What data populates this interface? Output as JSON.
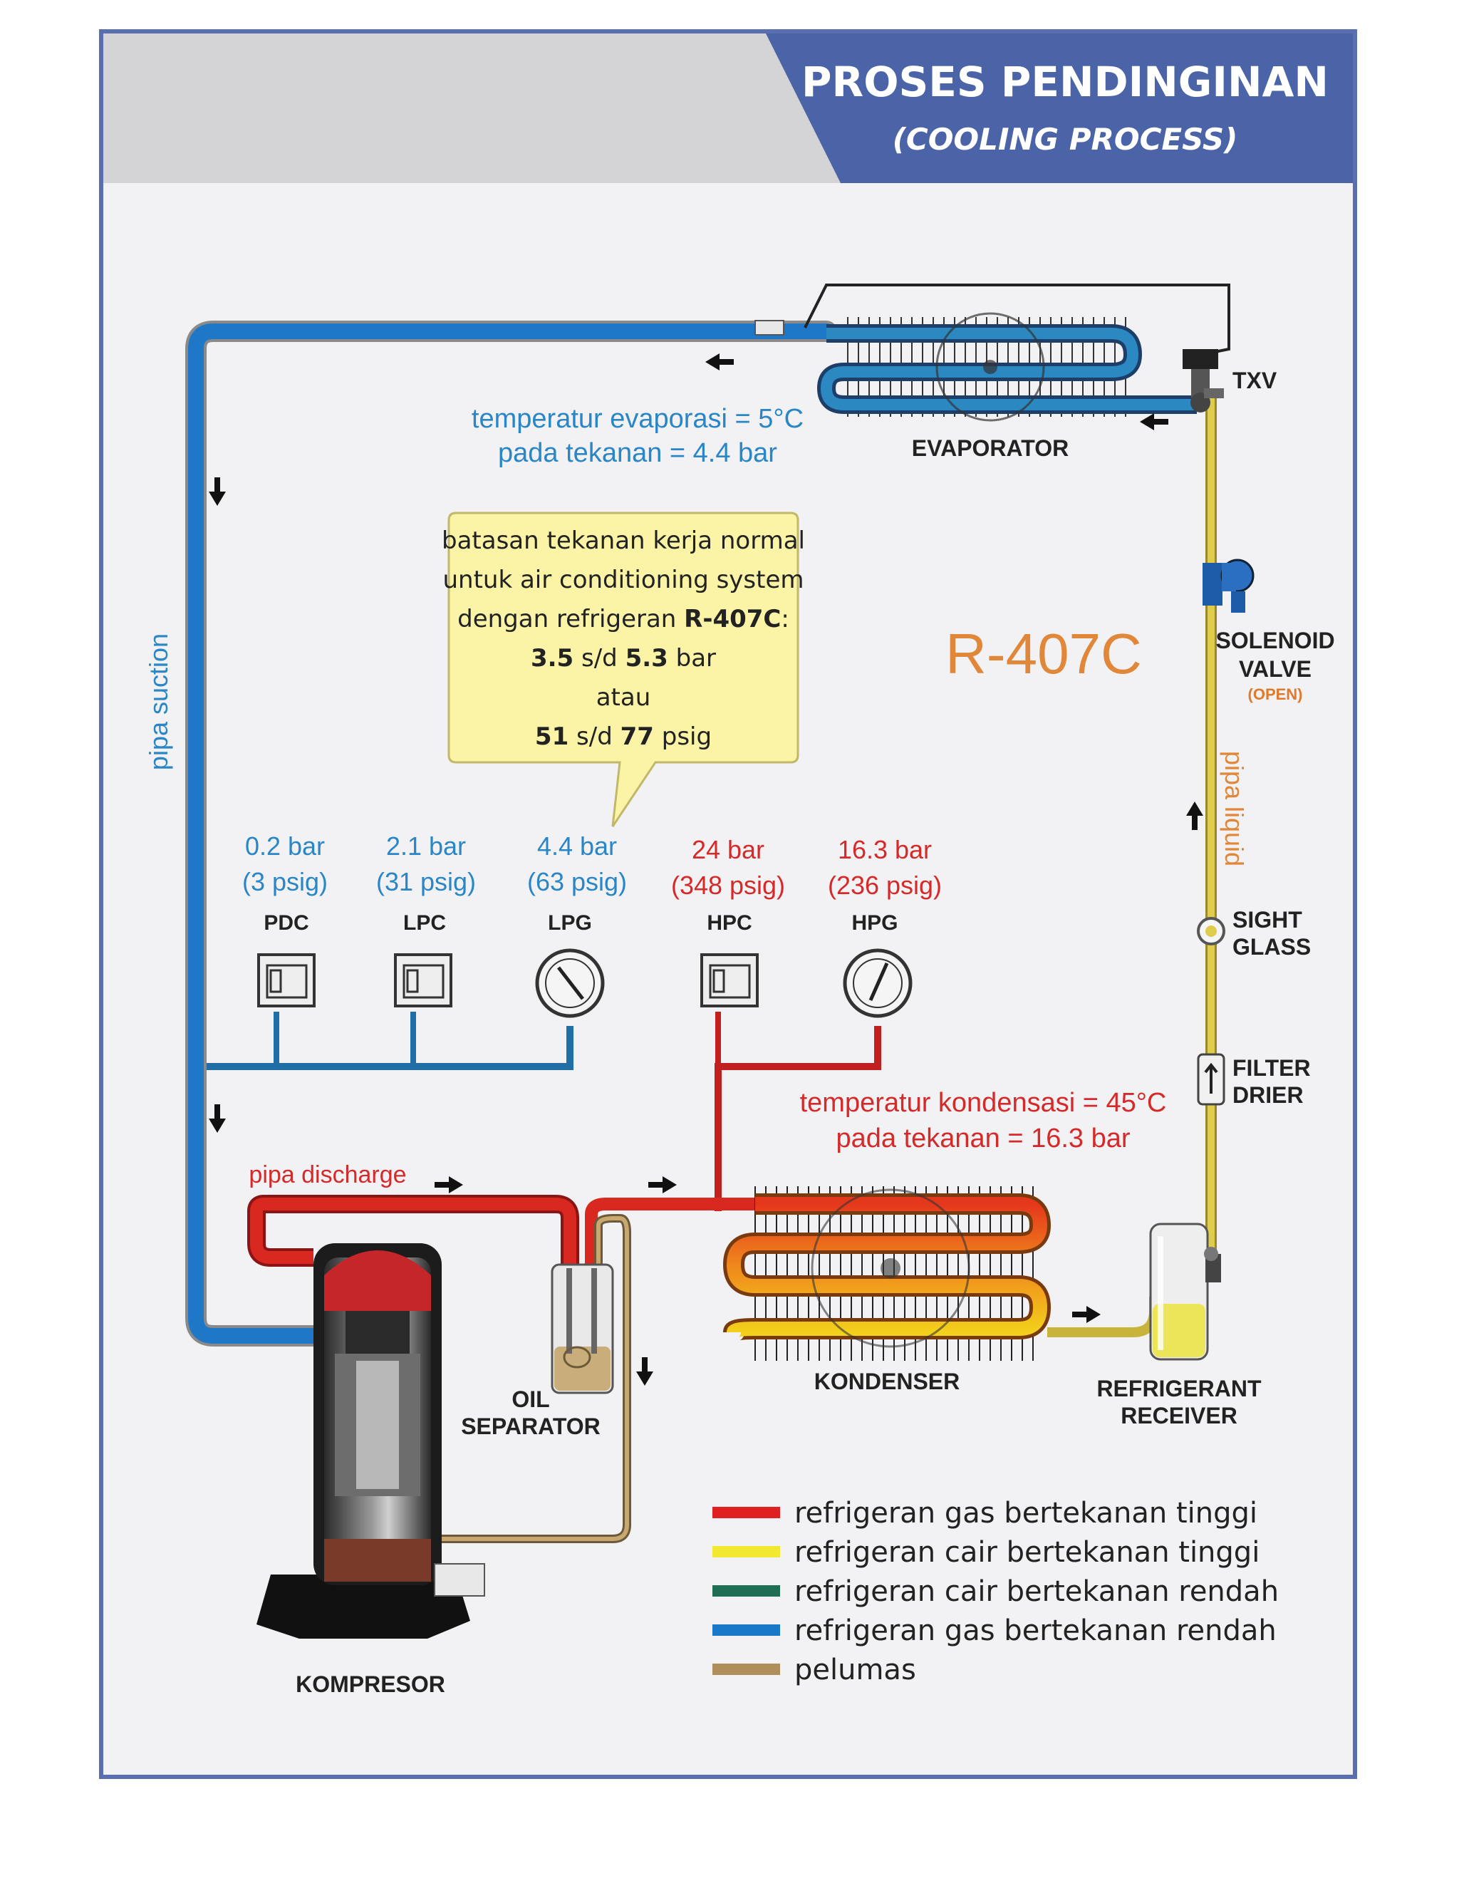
{
  "header": {
    "title": "PROSES PENDINGINAN",
    "subtitle": "(COOLING PROCESS)"
  },
  "refrigerant_label": "R-407C",
  "components": {
    "evaporator": "EVAPORATOR",
    "txv": "TXV",
    "solenoid_line1": "SOLENOID",
    "solenoid_line2": "VALVE",
    "solenoid_state": "(OPEN)",
    "sight_glass_line1": "SIGHT",
    "sight_glass_line2": "GLASS",
    "filter_drier_line1": "FILTER",
    "filter_drier_line2": "DRIER",
    "kondenser": "KONDENSER",
    "receiver_line1": "REFRIGERANT",
    "receiver_line2": "RECEIVER",
    "oil_sep_line1": "OIL",
    "oil_sep_line2": "SEPARATOR",
    "kompresor": "KOMPRESOR"
  },
  "pipes": {
    "suction": "pipa suction",
    "liquid": "pipa liquid",
    "discharge": "pipa discharge"
  },
  "annotations": {
    "evap_line1": "temperatur evaporasi = 5°C",
    "evap_line2": "pada tekanan = 4.4 bar",
    "cond_line1": "temperatur kondensasi = 45°C",
    "cond_line2": "pada tekanan = 16.3 bar"
  },
  "callout": {
    "line1": "batasan tekanan kerja normal",
    "line2": "untuk air conditioning system",
    "line3_prefix": "dengan refrigeran ",
    "line3_bold": "R-407C",
    "line3_suffix": ":",
    "line4_a": "3.5",
    "line4_mid": " s/d ",
    "line4_b": "5.3",
    "line4_unit": " bar",
    "line5": "atau",
    "line6_a": "51",
    "line6_mid": " s/d ",
    "line6_b": "77",
    "line6_unit": " psig"
  },
  "gauges": [
    {
      "value": "0.2 bar",
      "psig": "(3 psig)",
      "name": "PDC"
    },
    {
      "value": "2.1 bar",
      "psig": "(31 psig)",
      "name": "LPC"
    },
    {
      "value": "4.4 bar",
      "psig": "(63 psig)",
      "name": "LPG"
    },
    {
      "value": "24 bar",
      "psig": "(348 psig)",
      "name": "HPC"
    },
    {
      "value": "16.3 bar",
      "psig": "(236 psig)",
      "name": "HPG"
    }
  ],
  "legend": [
    {
      "color": "#e02020",
      "label": "refrigeran gas bertekanan tinggi"
    },
    {
      "color": "#f2e830",
      "label": "refrigeran cair bertekanan tinggi"
    },
    {
      "color": "#1e6e54",
      "label": "refrigeran cair bertekanan rendah"
    },
    {
      "color": "#1a78c8",
      "label": "refrigeran gas bertekanan rendah"
    },
    {
      "color": "#b08e5a",
      "label": "pelumas"
    }
  ],
  "colors": {
    "high_gas": "#d8281f",
    "high_liquid": "#d9c64a",
    "low_liquid": "#1e6e54",
    "low_gas": "#1f77c7",
    "oil": "#a8895a",
    "low_text": "#2a86c4",
    "high_text": "#d42a2a",
    "accent": "#e0873a",
    "header_blue": "#4b64a8"
  }
}
